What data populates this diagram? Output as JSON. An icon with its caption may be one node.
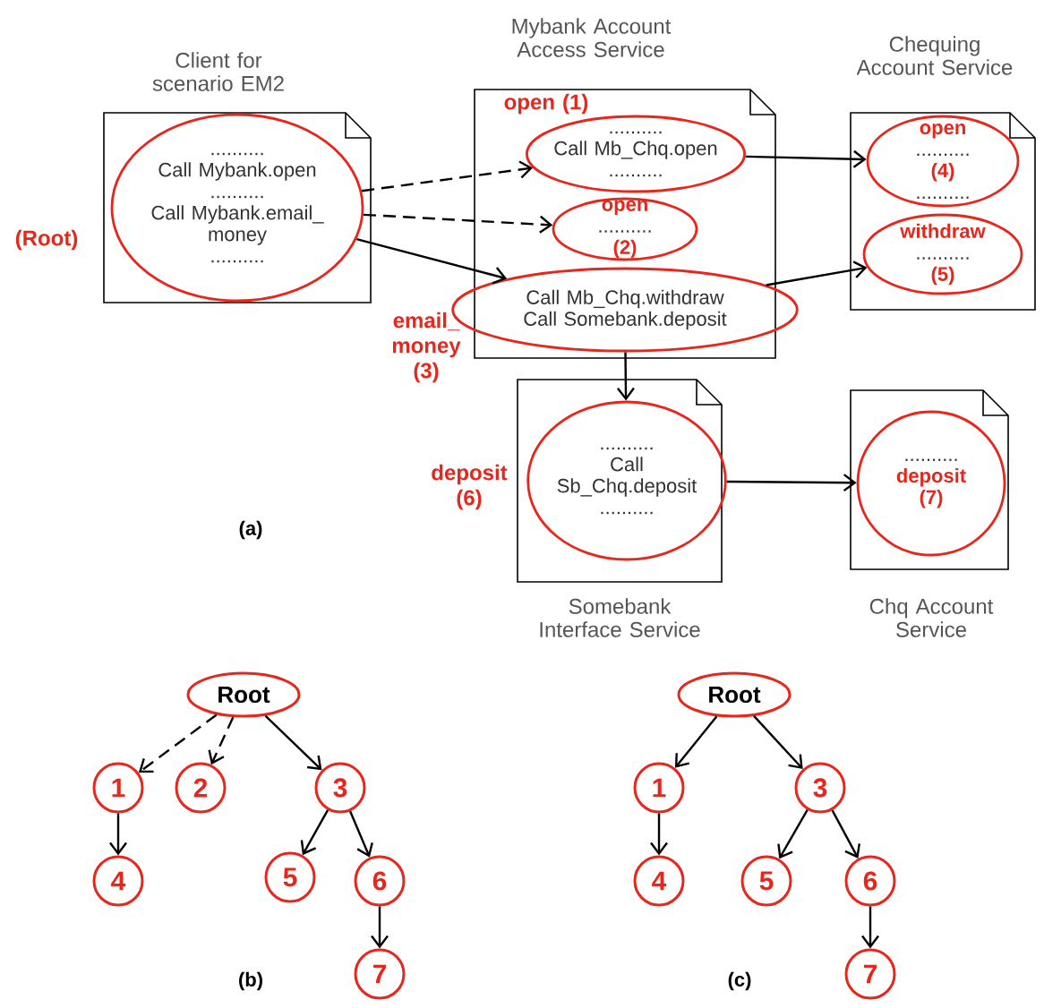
{
  "diagram": {
    "nodes": [
      {
        "text": [
          "Client for scenario EM2"
        ]
      },
      {
        "text": [
          "..........",
          "Call Mybank.open",
          "..........",
          "Call Mybank.email_ money",
          ".........."
        ],
        "in": 0,
        "beside": [
          "(Root)"
        ]
      },
      {
        "text": [
          "Mybank Account Access Service"
        ]
      },
      {
        "text": [
          "..........",
          "Call Mb_Chq.open",
          ".........."
        ],
        "in": 2,
        "beside": [
          "open (1)"
        ]
      },
      {
        "text": [
          "open",
          "..........",
          "(2)"
        ],
        "in": 2
      },
      {
        "text": [
          "Call Mb_Chq.withdraw",
          "Call Somebank.deposit"
        ],
        "in": 2,
        "beside": [
          "email_ money (3)"
        ]
      },
      {
        "text": [
          "Chequing Account Service"
        ]
      },
      {
        "text": [
          "open",
          "..........",
          "(4)",
          ".........."
        ],
        "in": 6
      },
      {
        "text": [
          "withdraw",
          "..........",
          "(5)"
        ],
        "in": 6
      },
      {
        "text": [
          "Somebank Interface Service"
        ]
      },
      {
        "text": [
          "..........",
          "Call Sb_Chq.deposit",
          ".........."
        ],
        "in": 9,
        "beside": [
          "deposit (6)"
        ]
      },
      {
        "text": [
          "Chq Account Service"
        ]
      },
      {
        "text": [
          "..........",
          "deposit",
          "(7)"
        ],
        "in": 11
      },
      {
        "text": [
          "Root"
        ]
      },
      {
        "text": [
          "1"
        ]
      },
      {
        "text": [
          "2"
        ]
      },
      {
        "text": [
          "3"
        ]
      },
      {
        "text": [
          "4"
        ]
      },
      {
        "text": [
          "5"
        ]
      },
      {
        "text": [
          "6"
        ]
      },
      {
        "text": [
          "7"
        ]
      },
      {
        "text": [
          "Root"
        ]
      },
      {
        "text": [
          "1"
        ]
      },
      {
        "text": [
          "3"
        ]
      },
      {
        "text": [
          "4"
        ]
      },
      {
        "text": [
          "5"
        ]
      },
      {
        "text": [
          "6"
        ]
      },
      {
        "text": [
          "7"
        ]
      }
    ],
    "edges": [
      {
        "from": 1,
        "to": 3,
        "arrow": "to",
        "style": "dashed"
      },
      {
        "from": 1,
        "to": 4,
        "arrow": "to",
        "style": "dashed"
      },
      {
        "from": 1,
        "to": 5,
        "arrow": "to"
      },
      {
        "from": 3,
        "to": 7,
        "arrow": "to"
      },
      {
        "from": 5,
        "to": 8,
        "arrow": "to"
      },
      {
        "from": 5,
        "to": 10,
        "arrow": "to"
      },
      {
        "from": 10,
        "to": 12,
        "arrow": "to"
      },
      {
        "from": 13,
        "to": 14,
        "arrow": "to",
        "style": "dashed"
      },
      {
        "from": 13,
        "to": 15,
        "arrow": "to",
        "style": "dashed"
      },
      {
        "from": 13,
        "to": 16,
        "arrow": "to"
      },
      {
        "from": 14,
        "to": 17,
        "arrow": "to"
      },
      {
        "from": 16,
        "to": 18,
        "arrow": "to"
      },
      {
        "from": 16,
        "to": 19,
        "arrow": "to"
      },
      {
        "from": 19,
        "to": 20,
        "arrow": "to"
      },
      {
        "from": 21,
        "to": 22,
        "arrow": "to"
      },
      {
        "from": 21,
        "to": 23,
        "arrow": "to"
      },
      {
        "from": 22,
        "to": 24,
        "arrow": "to"
      },
      {
        "from": 23,
        "to": 25,
        "arrow": "to"
      },
      {
        "from": 23,
        "to": 26,
        "arrow": "to"
      },
      {
        "from": 26,
        "to": 27,
        "arrow": "to"
      }
    ],
    "labels": [
      "(a)",
      "(b)",
      "(c)"
    ]
  }
}
